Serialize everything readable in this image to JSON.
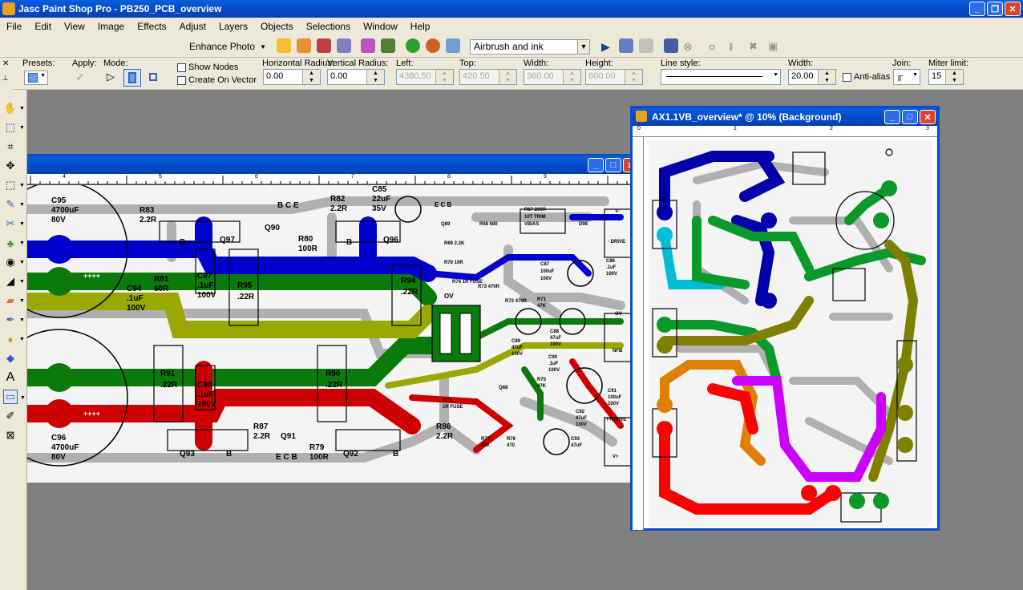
{
  "window": {
    "title": "Jasc Paint Shop Pro - PB250_PCB_overview"
  },
  "menu": [
    "File",
    "Edit",
    "View",
    "Image",
    "Effects",
    "Adjust",
    "Layers",
    "Objects",
    "Selections",
    "Window",
    "Help"
  ],
  "toolbar1": {
    "enhance_photo": "Enhance Photo",
    "brush_preset": "Airbrush and ink"
  },
  "toolbar2": {
    "presets_label": "Presets:",
    "apply_label": "Apply:",
    "mode_label": "Mode:",
    "show_nodes": "Show Nodes",
    "create_on_vector": "Create On Vector",
    "hradius_label": "Horizontal Radius:",
    "hradius_value": "0.00",
    "vradius_label": "Vertical Radius:",
    "vradius_value": "0.00",
    "left_label": "Left:",
    "left_value": "4380.50",
    "top_label": "Top:",
    "top_value": "420.50",
    "width_label": "Width:",
    "width_value": "360.00",
    "height_label": "Height:",
    "height_value": "600.00",
    "linestyle_label": "Line style:",
    "strokewidth_label": "Width:",
    "strokewidth_value": "20.00",
    "antialias": "Anti-alias",
    "join_label": "Join:",
    "miter_label": "Miter limit:",
    "miter_value": "15"
  },
  "doc_left": {
    "ruler_ticks": [
      "4",
      "5",
      "6",
      "7",
      "8",
      "9"
    ],
    "labels": {
      "c95": "C95",
      "c95v": "4700uF",
      "c95w": "80V",
      "c96": "C96",
      "c96v": "4700uF",
      "c96w": "80V",
      "plus4": "++++",
      "r83": "R83",
      "r83v": "2.2R",
      "r81": "R81",
      "r81v": "68R",
      "c94": "C94",
      "c94v": ".1uF",
      "c94w": "100V",
      "c97": "C97",
      "c97v": ".1uF",
      "c97w": "100V",
      "c98": "C98",
      "c98v": ".1uF",
      "c98w": "100V",
      "q97": "Q97",
      "q93": "Q93",
      "q90": "Q90",
      "q96": "Q96",
      "q92": "Q92",
      "q91": "Q91",
      "r95": "R95",
      "r95v": ".22R",
      "r91": "R91",
      "r91v": ".22R",
      "r80": "R80",
      "r80v": "100R",
      "r82": "R82",
      "r82v": "2.2R",
      "c85": "C85",
      "c85v": "22uF",
      "c85w": "35V",
      "r94": "R94",
      "r94v": ".22R",
      "r90": "R90",
      "r90v": ".22R",
      "r87": "R87",
      "r87v": "2.2R",
      "r79": "R79",
      "r79v": "100R",
      "r86": "R86",
      "r86v": "2.2R",
      "bce": "B C E",
      "ecb": "E C B",
      "b": "B",
      "ov": "OV",
      "v": "V-",
      "drive": "- DRIVE",
      "vplus": "V+",
      "nfb": "NFB",
      "plusdrive": "++DRIVE",
      "r67": "R67 200R",
      "r67b": "10T TRIM",
      "r67c": "VBIAS",
      "r68": "R68 680",
      "d98": "D98",
      "q89": "Q89",
      "r69": "R69 2.2K",
      "r70": "R70 10R",
      "r74": "R74 1R FUSE",
      "r73": "R73 470R",
      "r72": "R72 470R",
      "r71": "R71",
      "r71v": "47K",
      "c87": "C87",
      "c87v": "100uF",
      "c87w": "100V",
      "c86": "C86",
      "c86v": ".1uF",
      "c86w": "100V",
      "c89": "C89",
      "c89v": "47uF",
      "c89w": "100V",
      "c88": "C88",
      "c88v": "47uF",
      "c88w": "100V",
      "c90": "C90",
      "c90v": ".1uF",
      "c90w": "100V",
      "r78": "R78",
      "r78v": "1R FUSE",
      "r75": "R75",
      "r75v": "47K",
      "c91": "C91",
      "c91v": "100uF",
      "c91w": "100V",
      "q88": "Q88",
      "r77": "R77",
      "r77v": "470",
      "r76": "R76",
      "r76v": "470",
      "c92": "C92",
      "c92v": "47uF",
      "c93": "C93",
      "c93v": "47uF",
      "c92w": "100V"
    }
  },
  "doc_right": {
    "title": "AX1.1VB_overview* @  10% (Background)",
    "ruler_ticks": [
      "0",
      "1",
      "2",
      "3"
    ]
  },
  "colors": {
    "titlebar": "#0348c8",
    "blue_trace": "#0000cc",
    "green_trace": "#0a7a0a",
    "olive_trace": "#9aa800",
    "red_trace": "#cc0000",
    "gray_trace": "#b0b0b0"
  }
}
